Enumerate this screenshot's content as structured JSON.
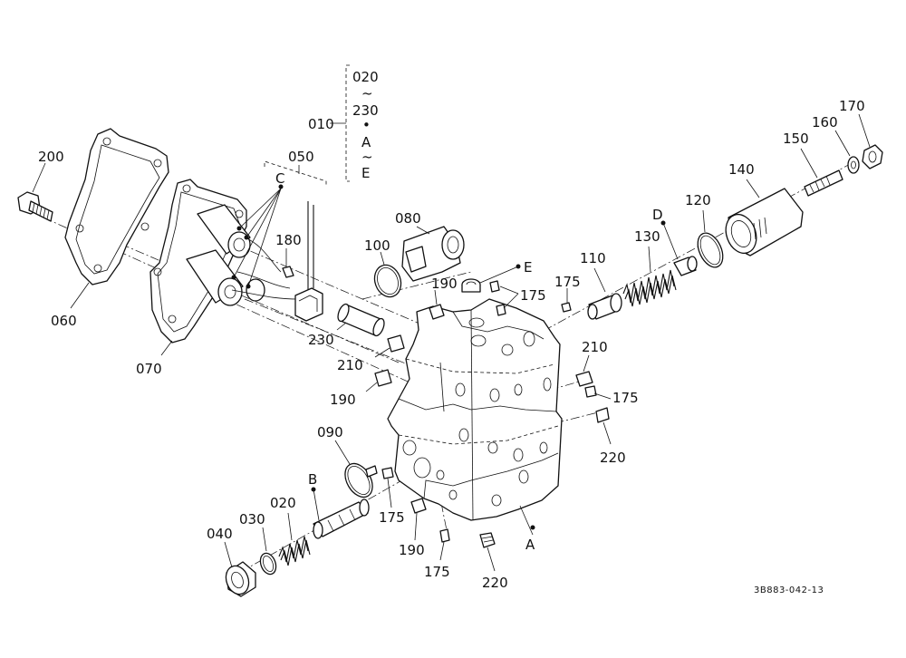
{
  "diagram": {
    "figure_code": "3B883-042-13",
    "bracket_group": {
      "label": "010",
      "range_start": "020",
      "tilde_1": "~",
      "range_end": "230",
      "separator": "•",
      "ref_start": "A",
      "tilde_2": "~",
      "ref_end": "E"
    },
    "part_labels": {
      "p020": "020",
      "p030": "030",
      "p040": "040",
      "p050": "050",
      "p060": "060",
      "p070": "070",
      "p080": "080",
      "p090": "090",
      "p100": "100",
      "p110": "110",
      "p120": "120",
      "p130": "130",
      "p140": "140",
      "p150": "150",
      "p160": "160",
      "p170": "170",
      "p175a": "175",
      "p175b": "175",
      "p175c": "175",
      "p175d": "175",
      "p175e": "175",
      "p180": "180",
      "p190a": "190",
      "p190b": "190",
      "p190c": "190",
      "p200": "200",
      "p210a": "210",
      "p210b": "210",
      "p220a": "220",
      "p220b": "220",
      "p230": "230"
    },
    "reference_letters": {
      "A": "A",
      "B": "B",
      "C": "C",
      "D": "D",
      "E": "E"
    }
  }
}
